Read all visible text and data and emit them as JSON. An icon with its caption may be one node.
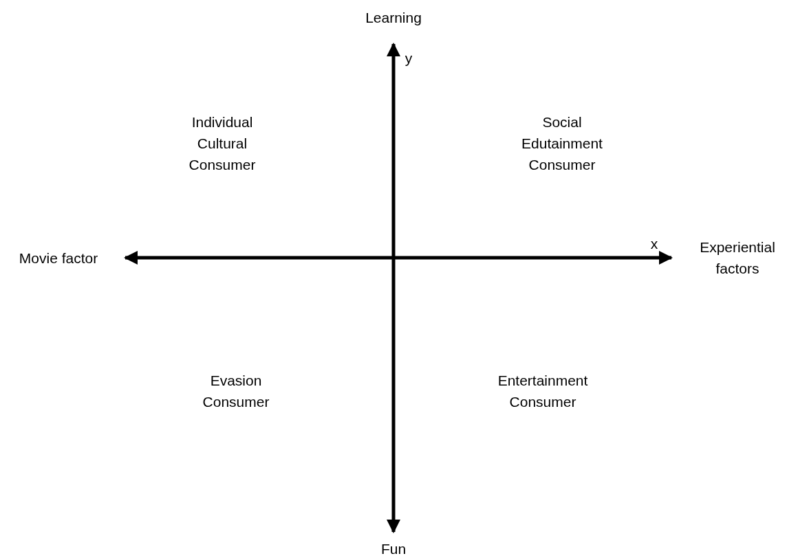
{
  "diagram": {
    "labels": [
      "Learning",
      "y",
      "Individual Cultural Consumer",
      "Social Edutainment Consumer",
      "x",
      "Movie factor",
      "Experiential factors",
      "Evasion Consumer",
      "Entertainment Consumer",
      "Fun"
    ]
  }
}
